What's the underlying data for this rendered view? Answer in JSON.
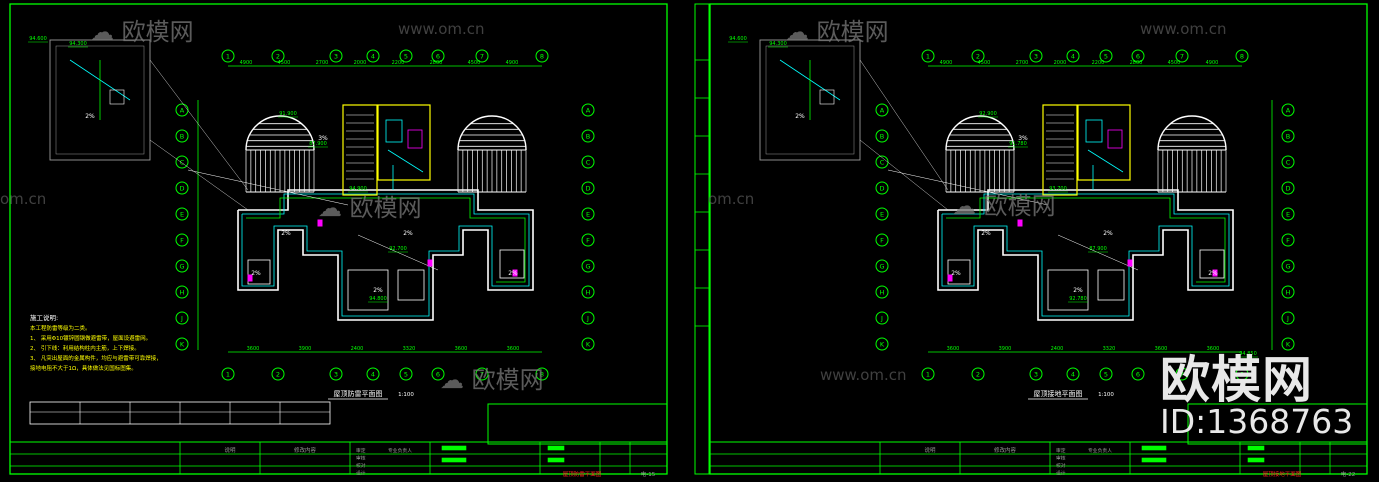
{
  "sheets": [
    {
      "id": "left",
      "title": "屋顶防雷平面图",
      "scale": "1:100",
      "axes_top": [
        "1",
        "2",
        "3",
        "4",
        "5",
        "6",
        "7",
        "8"
      ],
      "axes_bottom": [
        "1",
        "2",
        "3",
        "4",
        "5",
        "6",
        "7",
        "8"
      ],
      "axes_left": [
        "A",
        "B",
        "C",
        "D",
        "E",
        "F",
        "G",
        "H",
        "J",
        "K"
      ],
      "dims_top": [
        "4900",
        "4500",
        "2700",
        "2000",
        "2200",
        "2800",
        "4500",
        "4900"
      ],
      "dims_bottom": [
        "3600",
        "3900",
        "2400",
        "3320",
        "3600",
        "3600"
      ],
      "elevations": [
        "94.600",
        "94.300",
        "91.900",
        "94.900",
        "87.900",
        "92.700",
        "94.800"
      ],
      "slope_labels": [
        "2%",
        "2%",
        "2%",
        "2%",
        "2%",
        "3%"
      ],
      "notes_title": "施工说明:",
      "notes_lines": [
        "本工程防雷等级为二类。",
        "1、 采用Φ10镀锌圆钢做避雷带，屋面设避雷网。",
        "2、 引下线：利用结构柱内主筋，上下焊接。",
        "3、 凡突出屋面的金属构件，均应与避雷带可靠焊接，",
        "     接地电阻不大于1Ω，具体做法见国标图集。"
      ],
      "sheet_no": "电-15"
    },
    {
      "id": "right",
      "title": "屋顶接地平面图",
      "scale": "1:100",
      "axes_top": [
        "1",
        "2",
        "3",
        "4",
        "5",
        "6",
        "7",
        "8"
      ],
      "axes_bottom": [
        "1",
        "2",
        "3",
        "4",
        "5",
        "6",
        "7",
        "8"
      ],
      "axes_right": [
        "A",
        "B",
        "C",
        "D",
        "E",
        "F",
        "G",
        "H",
        "J",
        "K"
      ],
      "dims_top": [
        "4900",
        "4500",
        "2700",
        "2000",
        "2200",
        "2800",
        "4500",
        "4900"
      ],
      "dims_bottom": [
        "3600",
        "3900",
        "2400",
        "3320",
        "3600",
        "3600"
      ],
      "elevations": [
        "94.600",
        "94.300",
        "92.900",
        "93.700",
        "91.780",
        "87.900",
        "92.780",
        "94.850"
      ],
      "slope_labels": [
        "2%",
        "2%",
        "2%",
        "2%",
        "2%",
        "3%"
      ],
      "sheet_no": "电-22"
    }
  ],
  "title_block": {
    "col_labels": [
      "说明",
      "修改内容"
    ],
    "role_labels": [
      "审定",
      "审核",
      "校对",
      "设计"
    ],
    "project_label": "专业负责人"
  },
  "watermark": {
    "brand": "欧模网",
    "id_text": "ID:1368763",
    "site": "www.om.cn",
    "site_fragment": "om.cn"
  },
  "colors": {
    "frame": "#00ff00",
    "wall": "#ffffff",
    "dim": "#00ff00",
    "yellow": "#ffff00",
    "cyan": "#00ffff",
    "magenta": "#ff00ff",
    "red": "#ff2020",
    "grey": "#9a9a9a"
  }
}
